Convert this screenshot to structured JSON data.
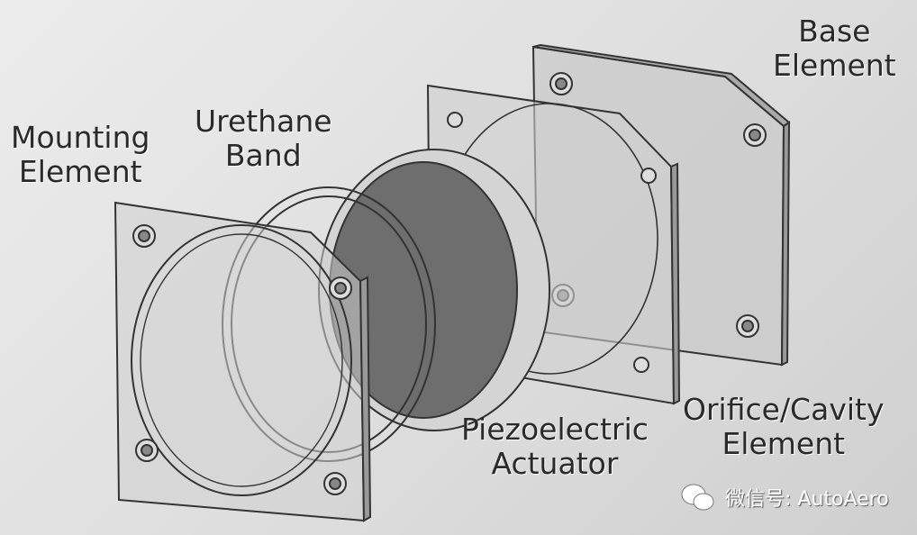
{
  "labels": {
    "base": [
      "Base",
      "Element"
    ],
    "mounting": [
      "Mounting",
      "Element"
    ],
    "urethane": [
      "Urethane",
      "Band"
    ],
    "piezo": [
      "Piezoelectric",
      "Actuator"
    ],
    "orifice": [
      "Orifice/Cavity",
      "Element"
    ]
  },
  "watermark": "微信号: AutoAero",
  "colors": {
    "plate": "#c8c8c8",
    "disk": "#6e6e6e",
    "line": "#333333"
  }
}
